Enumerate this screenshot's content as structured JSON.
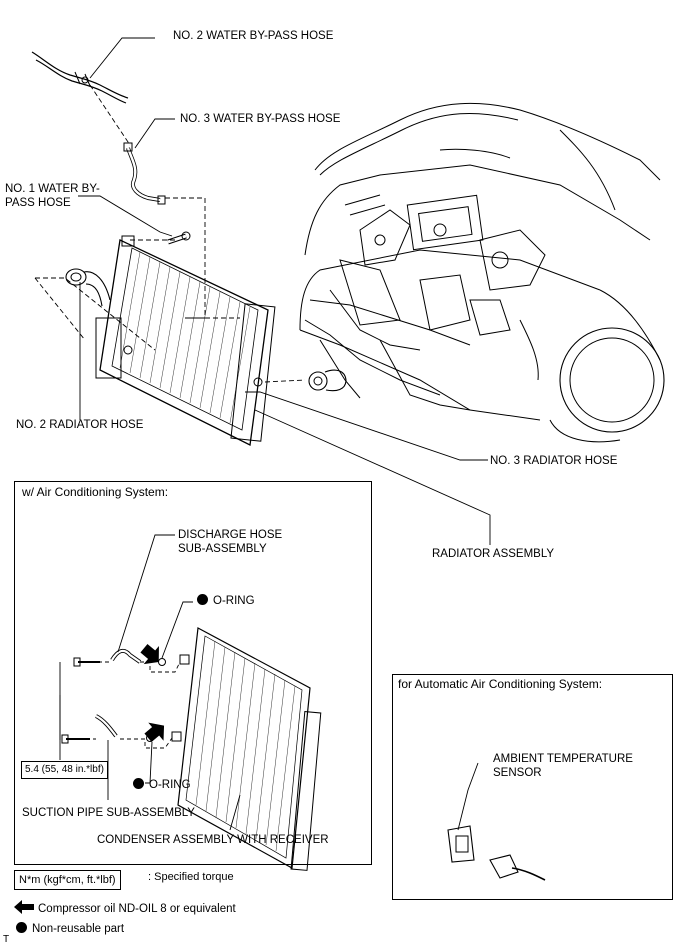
{
  "labels": {
    "no2_water_bypass_hose": "NO. 2 WATER BY-PASS HOSE",
    "no3_water_bypass_hose": "NO. 3 WATER BY-PASS HOSE",
    "no1_water_bypass_hose_line1": "NO. 1 WATER BY-",
    "no1_water_bypass_hose_line2": "PASS HOSE",
    "no2_radiator_hose": "NO. 2 RADIATOR HOSE",
    "no3_radiator_hose": "NO. 3 RADIATOR HOSE",
    "radiator_assembly": "RADIATOR ASSEMBLY"
  },
  "ac_panel": {
    "title": "w/ Air Conditioning System:",
    "discharge_hose_line1": "DISCHARGE HOSE",
    "discharge_hose_line2": "SUB-ASSEMBLY",
    "o_ring_top": "O-RING",
    "o_ring_bottom": "O-RING",
    "torque_value": "5.4 (55, 48 in.*lbf)",
    "suction_pipe": "SUCTION PIPE SUB-ASSEMBLY",
    "condenser": "CONDENSER ASSEMBLY WITH RECEIVER"
  },
  "auto_ac_panel": {
    "title": "for Automatic Air Conditioning System:",
    "sensor_line1": "AMBIENT TEMPERATURE",
    "sensor_line2": "SENSOR"
  },
  "legend": {
    "torque_box": "N*m (kgf*cm, ft.*lbf)",
    "torque_desc": ": Specified torque",
    "oil_desc": "Compressor oil ND-OIL 8 or equivalent",
    "nonreusable_desc": "Non-reusable part"
  },
  "corner_mark": "T"
}
